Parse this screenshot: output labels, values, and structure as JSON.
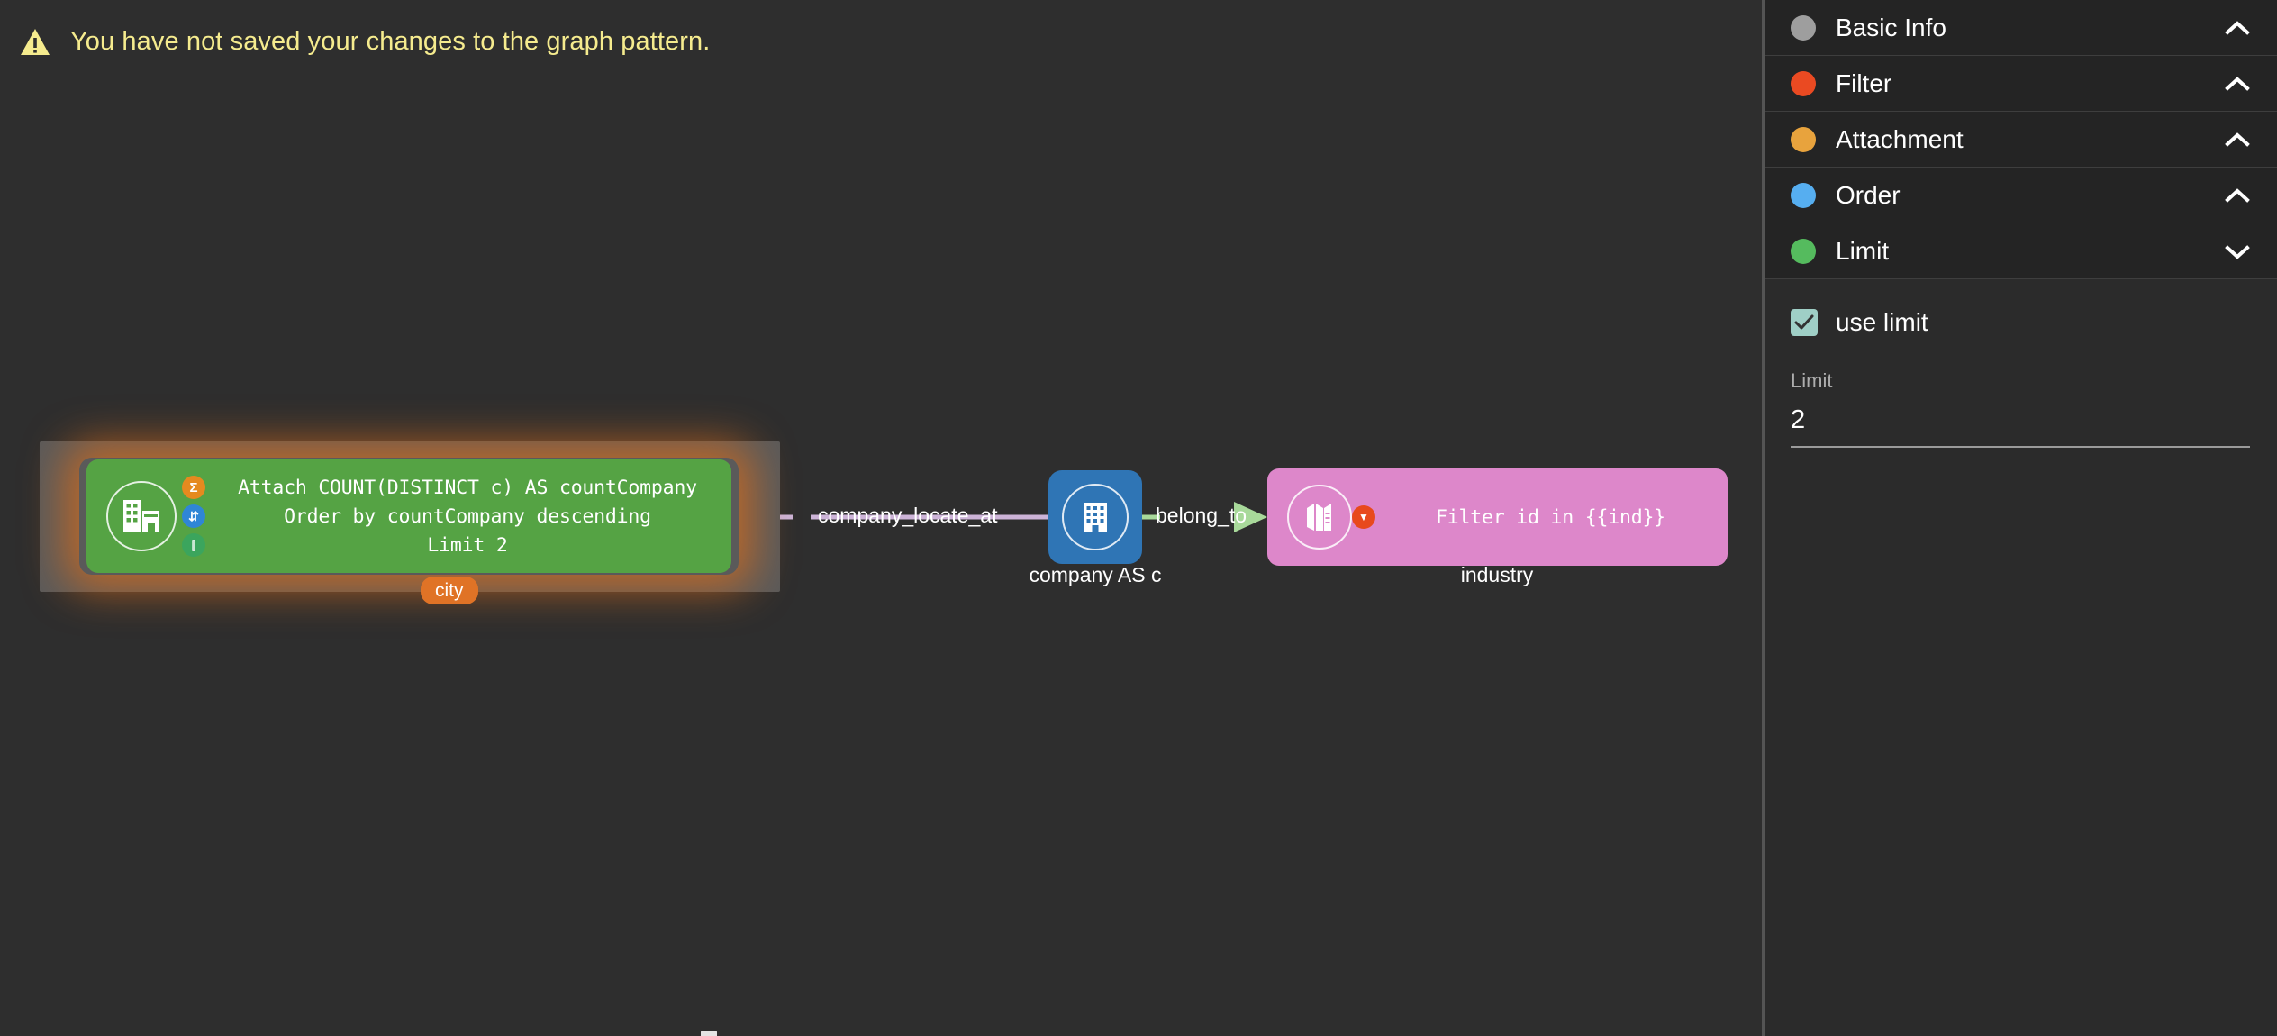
{
  "warning": {
    "icon": "warning-triangle-icon",
    "message": "You have not saved your changes to the graph pattern.",
    "color": "#f5eb8e"
  },
  "graph": {
    "nodes": [
      {
        "id": "city",
        "caption": "city",
        "label_badge": "city",
        "color": "#55a344",
        "icon": "city-buildings-icon",
        "selected": true,
        "annotations": [
          {
            "badge": "sigma-aggregate-icon",
            "badge_color": "#e58a1f",
            "badge_glyph": "Σ",
            "text": "Attach COUNT(DISTINCT c) AS countCompany"
          },
          {
            "badge": "sort-descending-icon",
            "badge_color": "#2f86d6",
            "badge_glyph": "⇵",
            "text": "Order by countCompany descending"
          },
          {
            "badge": "limit-icon",
            "badge_color": "#3ba55d",
            "badge_glyph": "⫿",
            "text": "Limit 2"
          }
        ]
      },
      {
        "id": "company",
        "caption": "company AS c",
        "color": "#2f75b5",
        "icon": "office-building-icon",
        "selected": false,
        "annotations": []
      },
      {
        "id": "industry",
        "caption": "industry",
        "color": "#dd87ca",
        "icon": "stacked-boxes-icon",
        "selected": false,
        "annotations": [
          {
            "badge": "filter-funnel-icon",
            "badge_color": "#e8491c",
            "badge_glyph": "▼",
            "text": "Filter id in {{ind}}"
          }
        ]
      }
    ],
    "edges": [
      {
        "label": "company_locate_at",
        "color": "#cdb4d8",
        "direction": "left",
        "from": "company",
        "to": "city"
      },
      {
        "label": "belong_to",
        "color": "#a8d99a",
        "direction": "right",
        "from": "company",
        "to": "industry"
      }
    ]
  },
  "panel": {
    "sections": [
      {
        "label": "Basic Info",
        "dot_color": "#9e9e9e",
        "chevron": "up",
        "expanded": false
      },
      {
        "label": "Filter",
        "dot_color": "#ea4a22",
        "chevron": "up",
        "expanded": false
      },
      {
        "label": "Attachment",
        "dot_color": "#e8a33d",
        "chevron": "up",
        "expanded": false
      },
      {
        "label": "Order",
        "dot_color": "#56aef0",
        "chevron": "up",
        "expanded": false
      },
      {
        "label": "Limit",
        "dot_color": "#55bb5e",
        "chevron": "down",
        "expanded": true
      }
    ],
    "limit_body": {
      "checkbox_label": "use limit",
      "checkbox_checked": true,
      "checkbox_color": "#9fcfc6",
      "field_label": "Limit",
      "field_value": "2"
    }
  }
}
